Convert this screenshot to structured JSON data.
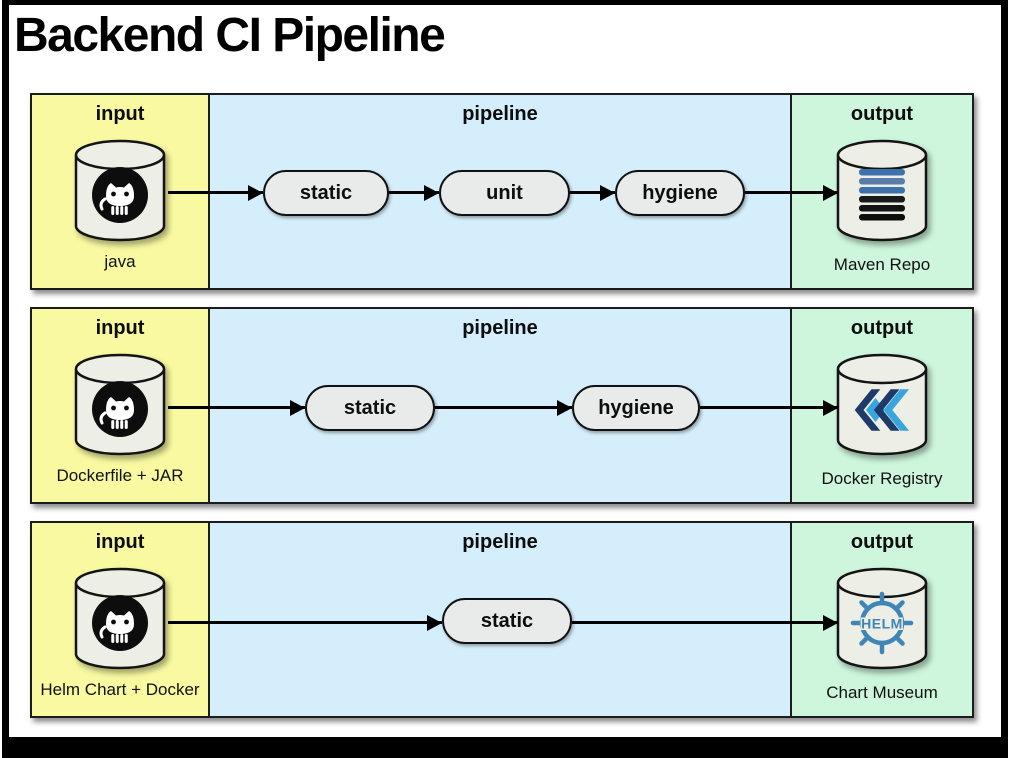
{
  "title": "Backend CI Pipeline",
  "section_headers": {
    "input": "input",
    "pipeline": "pipeline",
    "output": "output"
  },
  "helm_logo_text": "HELM",
  "colors": {
    "input_bg": "#f8f9a0",
    "pipeline_bg": "#d5eefb",
    "output_bg": "#cdf6dc",
    "stage_bg": "#e9ebeb",
    "cylinder_bg": "#edeee6",
    "arrow": "#000000",
    "maven_blue": "#3e72ad",
    "docker_navy": "#1d3a68",
    "docker_light_blue": "#38a5e0",
    "helm_blue": "#3f85b5"
  },
  "rows": [
    {
      "input_source": "java",
      "input_icon": "github",
      "stages": [
        "static",
        "unit",
        "hygiene"
      ],
      "output_destination": "Maven Repo",
      "output_icon": "maven"
    },
    {
      "input_source": "Dockerfile + JAR",
      "input_icon": "github",
      "stages": [
        "static",
        "hygiene"
      ],
      "output_destination": "Docker Registry",
      "output_icon": "docker-registry"
    },
    {
      "input_source": "Helm Chart + Docker",
      "input_icon": "github",
      "stages": [
        "static"
      ],
      "output_destination": "Chart Museum",
      "output_icon": "helm"
    }
  ]
}
